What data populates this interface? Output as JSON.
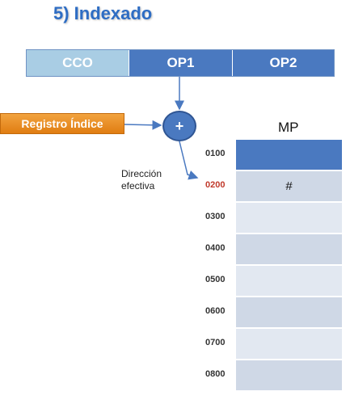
{
  "title": "5) Indexado",
  "instruction": {
    "fields": [
      "CCO",
      "OP1",
      "OP2"
    ]
  },
  "register": {
    "label": "Registro Índice"
  },
  "adder": {
    "symbol": "+"
  },
  "effective_address": {
    "line1": "Dirección",
    "line2": "efectiva"
  },
  "memory": {
    "label": "MP",
    "cells": [
      {
        "address": "0100",
        "content": "",
        "style": "hl",
        "address_color": "normal"
      },
      {
        "address": "0200",
        "content": "#",
        "style": "dark",
        "address_color": "red"
      },
      {
        "address": "0300",
        "content": "",
        "style": "light",
        "address_color": "normal"
      },
      {
        "address": "0400",
        "content": "",
        "style": "dark",
        "address_color": "normal"
      },
      {
        "address": "0500",
        "content": "",
        "style": "light",
        "address_color": "normal"
      },
      {
        "address": "0600",
        "content": "",
        "style": "dark",
        "address_color": "normal"
      },
      {
        "address": "0700",
        "content": "",
        "style": "light",
        "address_color": "normal"
      },
      {
        "address": "0800",
        "content": "",
        "style": "dark",
        "address_color": "normal"
      }
    ]
  },
  "colors": {
    "title": "#2e6dc4",
    "operand_fill": "#4a79c0",
    "cco_fill": "#a9cde4",
    "register_fill": "#e98a1f",
    "memory_cell_dark": "#cfd8e6",
    "memory_cell_light": "#e2e8f1",
    "highlight_address": "#c0392b"
  }
}
